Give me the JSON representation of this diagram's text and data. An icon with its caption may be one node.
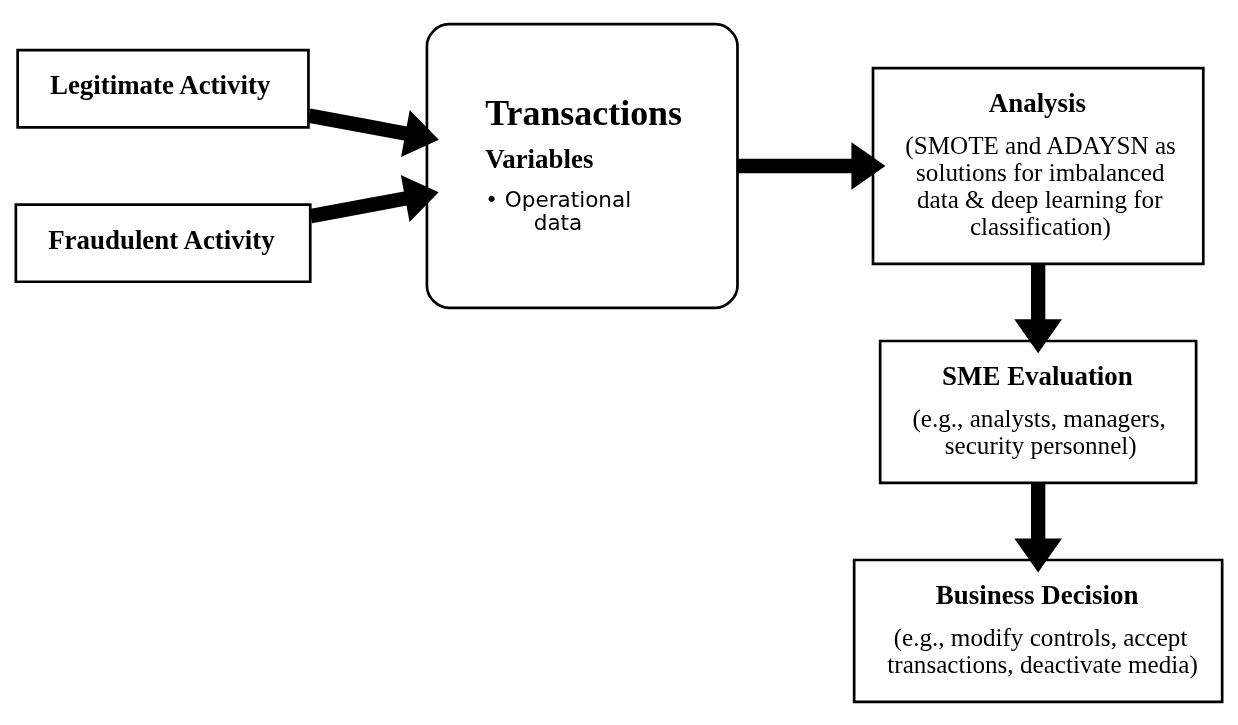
{
  "diagram": {
    "nodes": [
      {
        "text": [
          "Legitimate Activity"
        ]
      },
      {
        "text": [
          "Fraudulent Activity"
        ]
      },
      {
        "text": [
          "Transactions",
          "Variables",
          "• Operational data"
        ]
      },
      {
        "text": [
          "Analysis",
          "(SMOTE and ADAYSN as solutions for imbalanced data & deep learning for classification)"
        ]
      },
      {
        "text": [
          "SME Evaluation",
          "(e.g., analysts, managers, security personnel)"
        ]
      },
      {
        "text": [
          "Business Decision",
          "(e.g., modify controls, accept transactions, deactivate media)"
        ]
      }
    ],
    "edges": [
      {
        "from": 0,
        "to": 2,
        "arrow": "to"
      },
      {
        "from": 1,
        "to": 2,
        "arrow": "to"
      },
      {
        "from": 2,
        "to": 3,
        "arrow": "to"
      },
      {
        "from": 3,
        "to": 4,
        "arrow": "to"
      },
      {
        "from": 4,
        "to": 5,
        "arrow": "to"
      }
    ]
  }
}
